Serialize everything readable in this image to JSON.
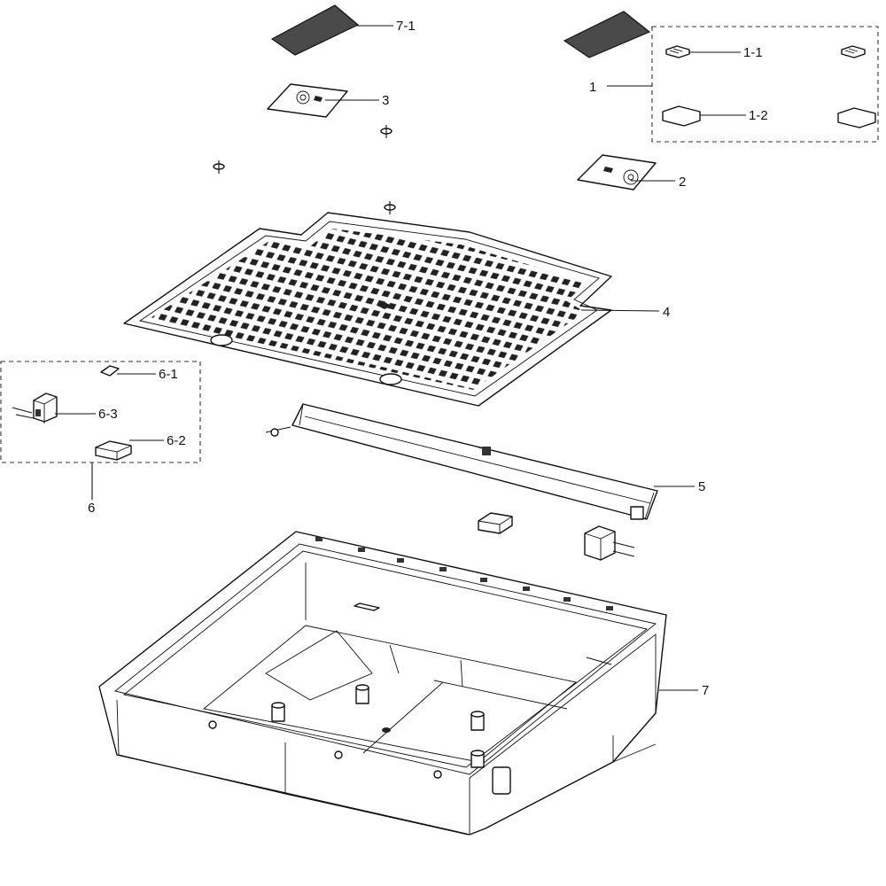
{
  "diagram": {
    "callouts": {
      "c7_1": "7-1",
      "c3": "3",
      "c1": "1",
      "c1_1": "1-1",
      "c1_2": "1-2",
      "c2": "2",
      "c4": "4",
      "c6_1": "6-1",
      "c6_3": "6-3",
      "c6_2": "6-2",
      "c6": "6",
      "c5": "5",
      "c7": "7"
    }
  }
}
